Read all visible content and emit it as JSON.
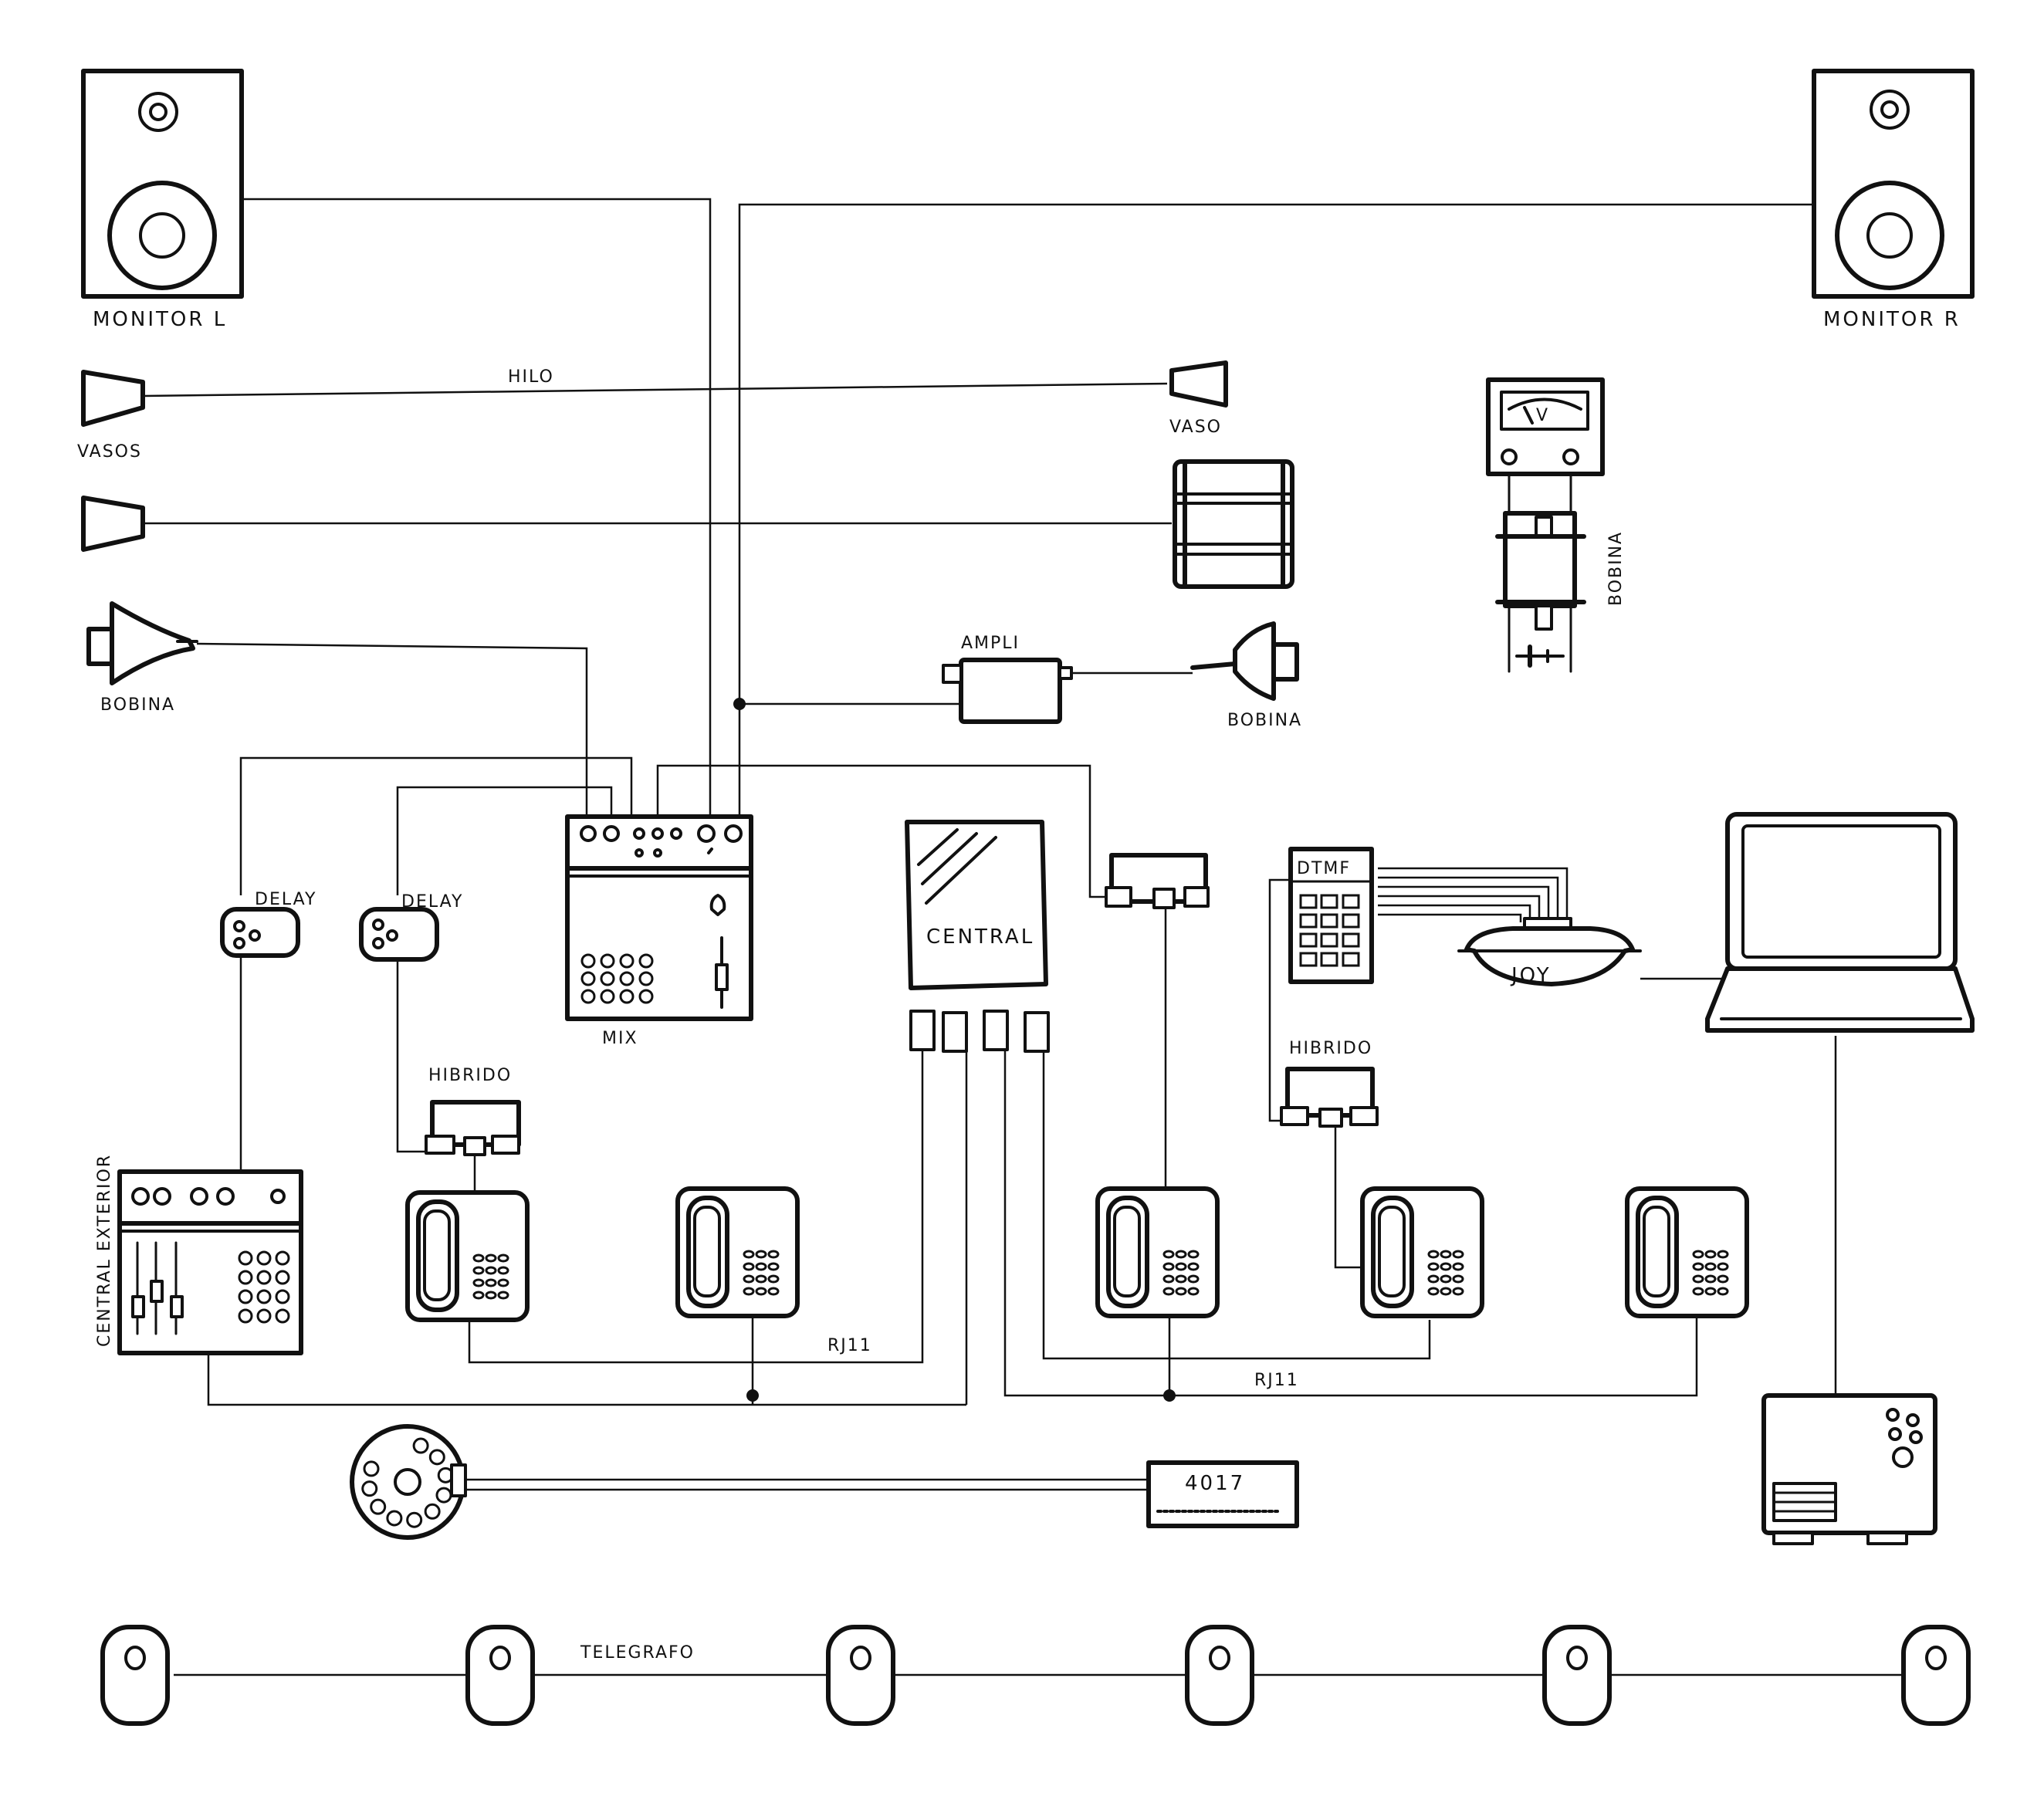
{
  "labels": {
    "monitor_l": "MONITOR L",
    "monitor_r": "MONITOR R",
    "hilo": "HILO",
    "vasos": "VASOS",
    "vaso": "VASO",
    "bobina_left": "BOBINA",
    "bobina_right": "BOBINA",
    "bobina_vertical": "BOBINA",
    "ampli": "AMPLI",
    "delay_1": "DELAY",
    "delay_2": "DELAY",
    "mix": "MIX",
    "central": "CENTRAL",
    "dtmf": "DTMF",
    "joy": "JOY",
    "hibrido_left": "HIBRIDO",
    "hibrido_right": "HIBRIDO",
    "central_exterior": "CENTRAL EXTERIOR",
    "rj11_left": "RJ11",
    "rj11_right": "RJ11",
    "chip_4017": "4017",
    "telegrafo": "TELEGRAFO",
    "voltmeter": "V"
  },
  "icons": {
    "speaker": "speaker-icon",
    "cup": "cup-icon",
    "coil": "coil-icon",
    "spool": "spool-icon",
    "amplifier": "amplifier-icon",
    "voltmeter": "voltmeter-icon",
    "mixer": "mixer-icon",
    "switchboard": "switchboard-icon",
    "phone": "phone-icon",
    "laptop": "laptop-icon",
    "joystick": "joystick-icon",
    "projector": "projector-icon",
    "rotary_dial": "rotary-dial-icon",
    "telegraph_key": "telegraph-key-icon"
  }
}
